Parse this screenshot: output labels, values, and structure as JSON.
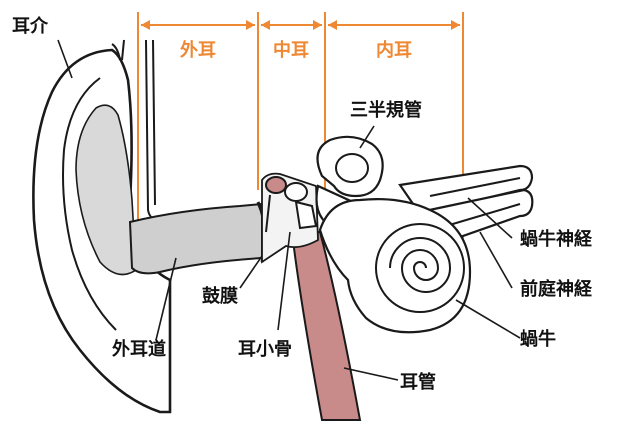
{
  "colors": {
    "accent": "#ee8833",
    "tube": "#c98a8a",
    "canal_shade": "#cfcfcf",
    "ink": "#1a1a1a"
  },
  "sections": {
    "outer_ear": "外耳",
    "middle_ear": "中耳",
    "inner_ear": "内耳"
  },
  "labels": {
    "auricle": "耳介",
    "semicircular_canals": "三半規管",
    "cochlear_nerve": "蝸牛神経",
    "vestibular_nerve": "前庭神経",
    "cochlea": "蝸牛",
    "eardrum": "鼓膜",
    "external_auditory_canal": "外耳道",
    "ossicles": "耳小骨",
    "eustachian_tube": "耳管"
  }
}
